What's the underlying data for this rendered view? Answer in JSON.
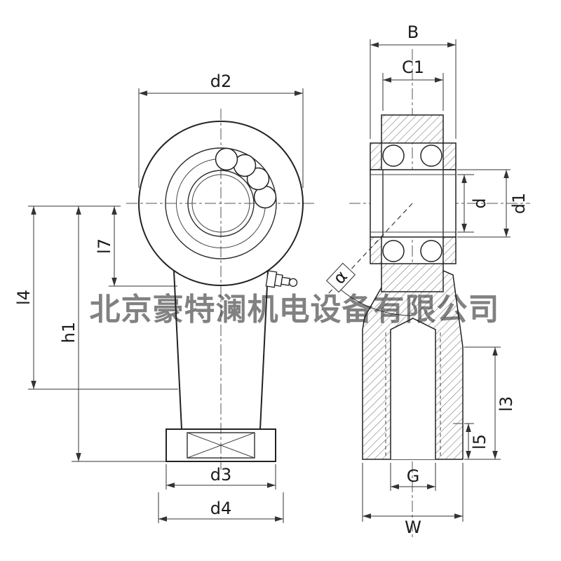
{
  "watermark": {
    "text": "北京豪特澜机电设备有限公司",
    "color": "#b98e5a"
  },
  "labels": {
    "d2": "d2",
    "l7": "l7",
    "l4": "l4",
    "h1": "h1",
    "d3": "d3",
    "d4": "d4",
    "B": "B",
    "C1": "C1",
    "d": "d",
    "d1": "d1",
    "alpha": "α",
    "l3": "l3",
    "l5": "l5",
    "G": "G",
    "W": "W"
  }
}
